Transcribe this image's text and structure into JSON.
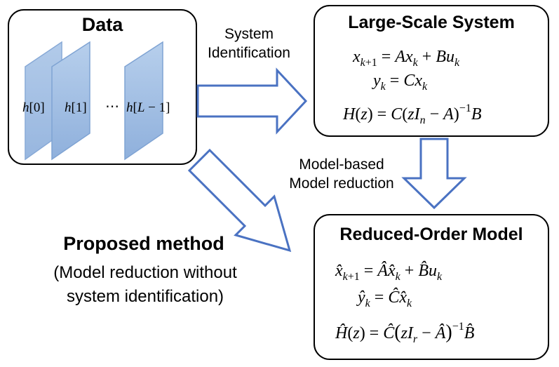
{
  "data_box": {
    "title": "Data",
    "sheets": [
      "h[0]",
      "h[1]",
      "h[L − 1]"
    ],
    "ellipsis": "⋯"
  },
  "large_scale_box": {
    "title": "Large-Scale System",
    "eq1": "x_{k+1} = Ax_k + Bu_k",
    "eq2": "y_k = Cx_k",
    "eq3": "H(z) = C(zI_n − A)^{−1}B"
  },
  "reduced_box": {
    "title": "Reduced-Order Model",
    "eq1": "x̂_{k+1} = Âx̂_k + B̂u_k",
    "eq2": "ŷ_k = Ĉx̂_k",
    "eq3": "Ĥ(z) = Ĉ(zI_r − Â)^{−1}B̂"
  },
  "labels": {
    "sysid_line1": "System",
    "sysid_line2": "Identification",
    "model_based_line1": "Model-based",
    "model_based_line2": "Model reduction",
    "proposed_title": "Proposed method",
    "proposed_line1": "(Model reduction without",
    "proposed_line2": "system identification)"
  },
  "colors": {
    "arrow_stroke": "#4a72c2",
    "sheet_fill": "#a9c4e6",
    "sheet_stroke": "#7fa3d3",
    "box_stroke": "#000000"
  }
}
